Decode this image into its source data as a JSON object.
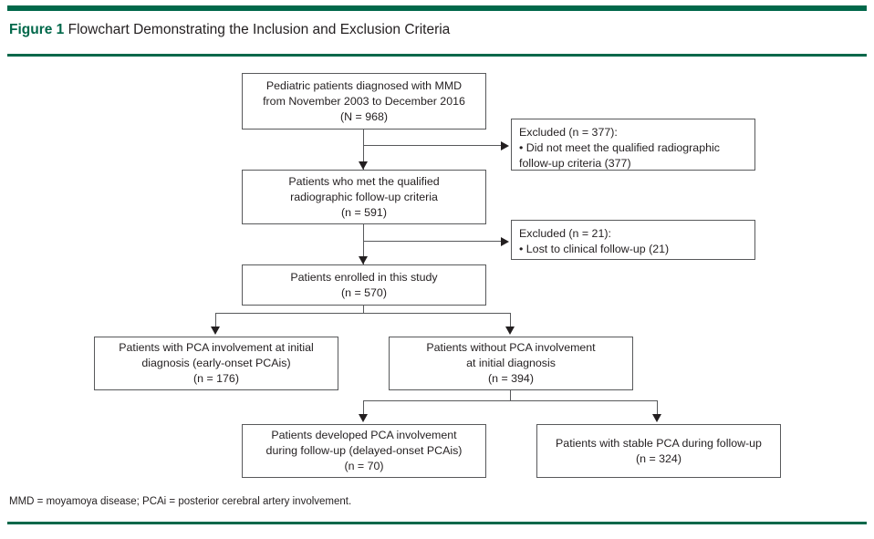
{
  "figure": {
    "label": "Figure 1",
    "title": " Flowchart Demonstrating the Inclusion and Exclusion Criteria",
    "accent_color": "#00684a",
    "text_color": "#231f20",
    "box_border_color": "#58595b",
    "footnote": "MMD = moyamoya disease; PCAi = posterior cerebral artery involvement."
  },
  "chart_data": {
    "type": "diagram",
    "title": "Flowchart Demonstrating the Inclusion and Exclusion Criteria",
    "nodes": [
      {
        "id": "n1",
        "text": "Pediatric patients diagnosed with MMD\nfrom November 2003 to December 2016\n(N = 968)",
        "count": 968,
        "count_label": "N = 968",
        "kind": "main"
      },
      {
        "id": "x1",
        "text": "Excluded (n = 377):\n• Did not meet the qualified radiographic\n  follow-up criteria (377)",
        "count": 377,
        "count_label": "n = 377",
        "kind": "excluded"
      },
      {
        "id": "n2",
        "text": "Patients who met the qualified\nradiographic follow-up criteria\n(n = 591)",
        "count": 591,
        "count_label": "n = 591",
        "kind": "main"
      },
      {
        "id": "x2",
        "text": "Excluded (n = 21):\n• Lost to clinical follow-up (21)",
        "count": 21,
        "count_label": "n = 21",
        "kind": "excluded"
      },
      {
        "id": "n3",
        "text": "Patients enrolled in this study\n(n = 570)",
        "count": 570,
        "count_label": "n = 570",
        "kind": "main"
      },
      {
        "id": "n4",
        "text": "Patients with PCA involvement at initial\ndiagnosis (early-onset PCAis)\n(n = 176)",
        "count": 176,
        "count_label": "n = 176",
        "kind": "main"
      },
      {
        "id": "n5",
        "text": "Patients without PCA involvement\nat initial diagnosis\n(n = 394)",
        "count": 394,
        "count_label": "n = 394",
        "kind": "main"
      },
      {
        "id": "n6",
        "text": "Patients developed PCA involvement\nduring follow-up (delayed-onset PCAis)\n(n = 70)",
        "count": 70,
        "count_label": "n = 70",
        "kind": "main"
      },
      {
        "id": "n7",
        "text": "Patients with stable PCA during follow-up\n(n = 324)",
        "count": 324,
        "count_label": "n = 324",
        "kind": "main"
      }
    ],
    "edges": [
      {
        "from": "n1",
        "to": "x1",
        "style": "arrow-right"
      },
      {
        "from": "n1",
        "to": "n2",
        "style": "arrow-down"
      },
      {
        "from": "n2",
        "to": "x2",
        "style": "arrow-right"
      },
      {
        "from": "n2",
        "to": "n3",
        "style": "arrow-down"
      },
      {
        "from": "n3",
        "to": "n4",
        "style": "arrow-down-split"
      },
      {
        "from": "n3",
        "to": "n5",
        "style": "arrow-down-split"
      },
      {
        "from": "n5",
        "to": "n6",
        "style": "arrow-down-split"
      },
      {
        "from": "n5",
        "to": "n7",
        "style": "arrow-down-split"
      }
    ]
  }
}
